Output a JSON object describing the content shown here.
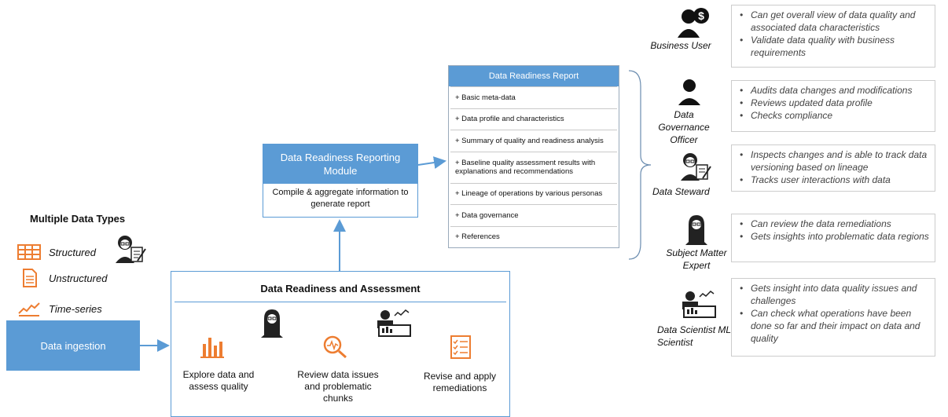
{
  "left": {
    "title": "Multiple Data Types",
    "types": [
      {
        "label": "Structured",
        "icon": "table-icon"
      },
      {
        "label": "Unstructured",
        "icon": "document-icon"
      },
      {
        "label": "Time-series",
        "icon": "line-chart-icon"
      }
    ],
    "ingestion": "Data ingestion"
  },
  "module": {
    "title": "Data Readiness Reporting Module",
    "body": "Compile & aggregate information to generate report"
  },
  "report": {
    "header": "Data Readiness Report",
    "items": [
      "+ Basic meta-data",
      "+ Data profile and characteristics",
      "+ Summary of quality and readiness analysis",
      "+ Baseline quality assessment results with explanations and recommendations",
      "+ Lineage of operations by various personas",
      "+ Data governance",
      "+ References"
    ]
  },
  "assessment": {
    "title": "Data Readiness and Assessment",
    "steps": [
      {
        "label": "Explore data and assess quality",
        "icon": "bar-chart-icon"
      },
      {
        "label": "Review data issues and problematic chunks",
        "icon": "magnifier-icon"
      },
      {
        "label": "Revise and apply remediations",
        "icon": "checklist-icon"
      }
    ]
  },
  "personas": [
    {
      "name": "Business User",
      "notes": [
        "Can get overall view of data quality and associated data characteristics",
        "Validate data quality with business requirements"
      ]
    },
    {
      "name": "Data Governance Officer",
      "notes": [
        "Audits data changes and modifications",
        "Reviews updated data profile",
        "Checks compliance"
      ]
    },
    {
      "name": "Data Steward",
      "notes": [
        "Inspects changes and is able to track data versioning based on lineage",
        "Tracks user interactions with data"
      ]
    },
    {
      "name": "Subject Matter Expert",
      "notes": [
        "Can review the data remediations",
        "Gets insights into problematic data regions"
      ]
    },
    {
      "name": "Data Scientist ML Scientist",
      "notes": [
        "Gets insight into data quality issues and challenges",
        "Can check what operations have been done so far and their impact on data and quality"
      ]
    }
  ],
  "colors": {
    "blue": "#5b9bd5",
    "orange": "#ed7d31"
  }
}
